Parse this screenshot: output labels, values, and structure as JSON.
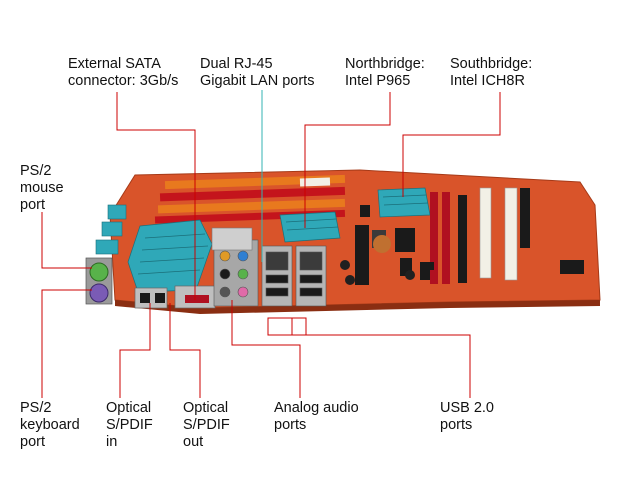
{
  "diagram": {
    "callouts": [
      {
        "id": "external-sata",
        "text": "External SATA\nconnector: 3Gb/s"
      },
      {
        "id": "dual-rj45",
        "text": "Dual RJ-45\nGigabit LAN ports"
      },
      {
        "id": "northbridge",
        "text": "Northbridge:\nIntel P965"
      },
      {
        "id": "southbridge",
        "text": "Southbridge:\nIntel ICH8R"
      },
      {
        "id": "ps2-mouse",
        "text": "PS/2\nmouse\nport"
      },
      {
        "id": "ps2-keyboard",
        "text": "PS/2\nkeyboard\nport"
      },
      {
        "id": "optical-in",
        "text": "Optical\nS/PDIF\nin"
      },
      {
        "id": "optical-out",
        "text": "Optical\nS/PDIF\nout"
      },
      {
        "id": "analog-audio",
        "text": "Analog audio\nports"
      },
      {
        "id": "usb2",
        "text": "USB 2.0\nports"
      }
    ],
    "colors": {
      "leader_line": "#cc0000",
      "lan_leader_line": "#33b3b3",
      "board": "#d9542a",
      "heatsink": "#2fa8b8",
      "slot_red": "#b01020",
      "slot_white": "#f2f0e6",
      "slot_black": "#1a1a1a",
      "ps2_green": "#58b24a",
      "ps2_purple": "#7a5bb5",
      "dimm_orange": "#e8791e"
    }
  }
}
